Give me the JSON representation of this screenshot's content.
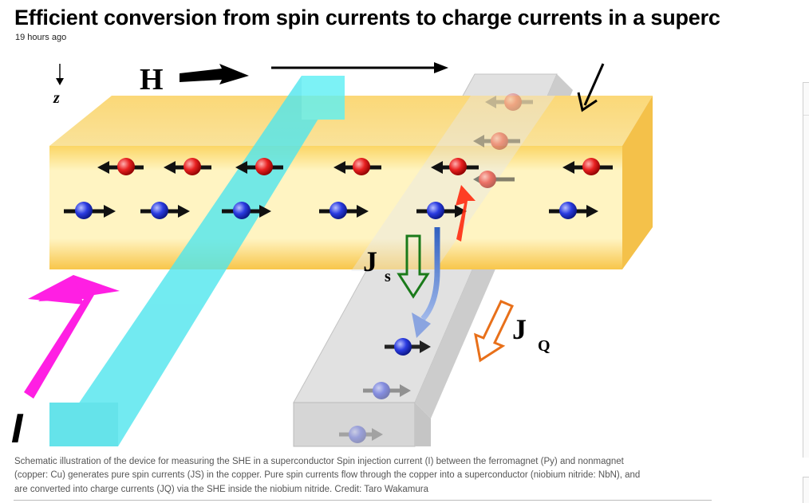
{
  "article": {
    "headline": "Efficient conversion from spin currents to charge currents in a superc",
    "timestamp": "19 hours ago"
  },
  "figure": {
    "labels": {
      "field": "H",
      "axis": "z",
      "spin_current": "J",
      "spin_current_sub": "s",
      "charge_current": "J",
      "charge_current_sub": "Q",
      "injection_current": "I"
    },
    "colors": {
      "ferromagnet_bar": "#f9d26a",
      "copper_channel": "#5df0f0",
      "superconductor_bar": "#d8d8d8",
      "current_arrow": "#ff1fe3",
      "spin_up": "#e82020",
      "spin_down": "#2a3be0",
      "spin_current_arrow": "#1a7a1a",
      "charge_current_arrow": "#e8701a"
    }
  },
  "caption": "Schematic illustration of the device for measuring the SHE in a superconductor Spin injection current (I) between the ferromagnet (Py) and nonmagnet (copper: Cu) generates pure spin currents (JS) in the copper. Pure spin currents flow through the copper into a superconductor (niobium nitride: NbN), and are converted into charge currents (JQ) via the SHE inside the niobium nitride. Credit: Taro Wakamura"
}
